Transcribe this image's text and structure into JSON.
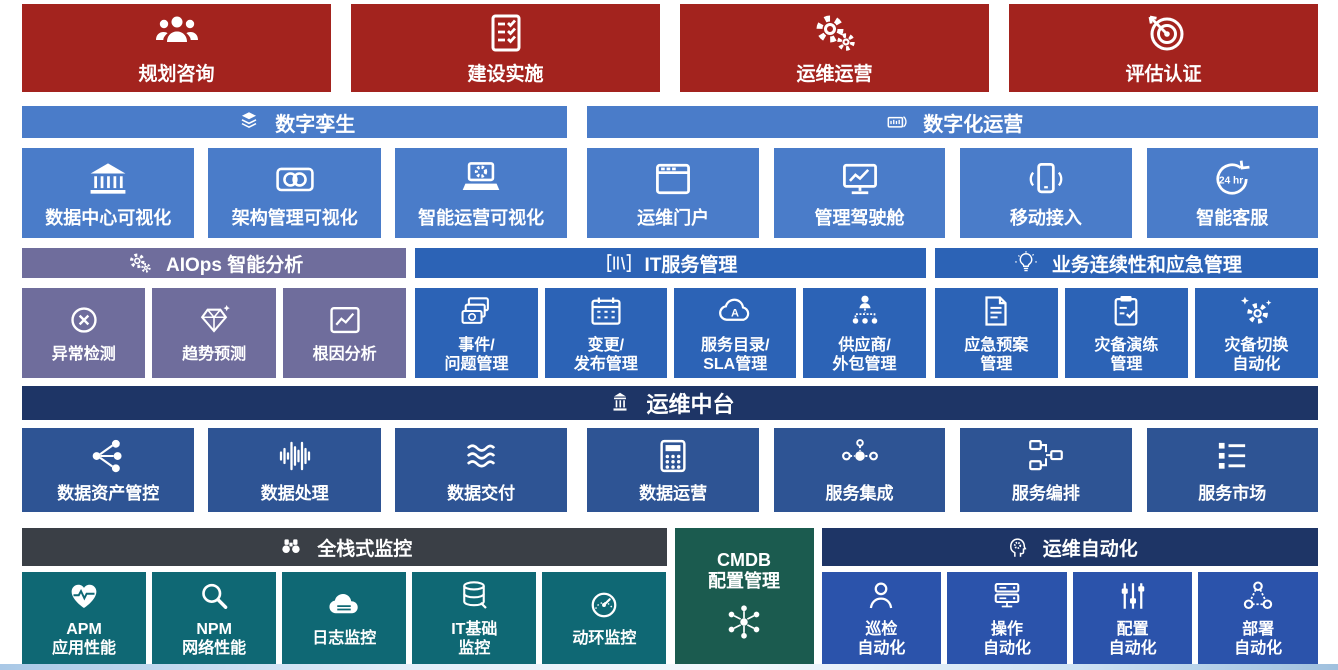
{
  "colors": {
    "red": "#A3231E",
    "blue": "#4A7CC9",
    "purple": "#6F6D9C",
    "mid_blue": "#2C63B6",
    "navy": "#1E3566",
    "royal": "#2E5494",
    "charcoal": "#3A3F46",
    "teal": "#0F6874",
    "cmdb": "#1B5B4F",
    "auto_blue": "#2B53AB"
  },
  "phases": {
    "items": [
      {
        "name": "planning-consulting",
        "icon": "people-group",
        "label": "规划咨询"
      },
      {
        "name": "build-implementation",
        "icon": "checklist",
        "label": "建设实施"
      },
      {
        "name": "operations",
        "icon": "gears",
        "label": "运维运营"
      },
      {
        "name": "evaluation-certification",
        "icon": "target",
        "label": "评估认证"
      }
    ]
  },
  "visual": {
    "headers": [
      {
        "name": "digital-twin",
        "icon": "layers",
        "label": "数字孪生"
      },
      {
        "name": "digital-operations",
        "icon": "signal-device",
        "label": "数字化运营"
      }
    ],
    "left": [
      {
        "name": "datacenter-visualization",
        "icon": "bank",
        "label": "数据中心可视化"
      },
      {
        "name": "architecture-visualization",
        "icon": "rings",
        "label": "架构管理可视化"
      },
      {
        "name": "intelligent-ops-visualization",
        "icon": "laptop",
        "label": "智能运营可视化"
      }
    ],
    "right": [
      {
        "name": "ops-portal",
        "icon": "browser",
        "label": "运维门户"
      },
      {
        "name": "management-cockpit",
        "icon": "monitor",
        "label": "管理驾驶舱"
      },
      {
        "name": "mobile-access",
        "icon": "mobile",
        "label": "移动接入"
      },
      {
        "name": "intelligent-service",
        "icon": "service-24h",
        "icon_text": "24 hr",
        "label": "智能客服"
      }
    ]
  },
  "analysis": {
    "headers": [
      {
        "name": "aiops-analysis",
        "icon": "gears",
        "label": "AIOps 智能分析"
      },
      {
        "name": "it-service-management",
        "icon": "library",
        "label": "IT服务管理"
      },
      {
        "name": "business-continuity",
        "icon": "bulb",
        "label": "业务连续性和应急管理"
      }
    ],
    "aiops": [
      {
        "name": "anomaly-detection",
        "icon": "x-circle",
        "label": "异常检测"
      },
      {
        "name": "trend-prediction",
        "icon": "gem",
        "label": "趋势预测"
      },
      {
        "name": "root-cause-analysis",
        "icon": "chart",
        "label": "根因分析"
      }
    ],
    "itsm": [
      {
        "name": "incident-problem",
        "icon": "cards",
        "label": "事件/\n问题管理"
      },
      {
        "name": "change-release",
        "icon": "calendar",
        "label": "变更/\n发布管理"
      },
      {
        "name": "catalog-sla",
        "icon": "cloud-a",
        "icon_text": "A",
        "label": "服务目录/\nSLA管理"
      },
      {
        "name": "vendor-outsourcing",
        "icon": "org",
        "label": "供应商/\n外包管理"
      }
    ],
    "bcm": [
      {
        "name": "emergency-plan",
        "icon": "document",
        "label": "应急预案\n管理"
      },
      {
        "name": "dr-drill",
        "icon": "clipboard-check",
        "label": "灾备演练\n管理"
      },
      {
        "name": "dr-switch",
        "icon": "gear-sparkle",
        "label": "灾备切换\n自动化"
      }
    ]
  },
  "mid": {
    "header": {
      "name": "ops-midplatform",
      "icon": "pavilion",
      "label": "运维中台"
    },
    "left": [
      {
        "name": "data-asset-control",
        "icon": "share",
        "label": "数据资产管控"
      },
      {
        "name": "data-processing",
        "icon": "waveform",
        "label": "数据处理"
      },
      {
        "name": "data-delivery",
        "icon": "waves",
        "label": "数据交付"
      }
    ],
    "right": [
      {
        "name": "data-operations",
        "icon": "calculator",
        "label": "数据运营"
      },
      {
        "name": "service-integration",
        "icon": "molecule",
        "label": "服务集成"
      },
      {
        "name": "service-orchestration",
        "icon": "flow",
        "label": "服务编排"
      },
      {
        "name": "service-market",
        "icon": "list",
        "label": "服务市场"
      }
    ]
  },
  "bottom": {
    "monitor_header": {
      "name": "full-stack-monitoring",
      "icon": "binoculars",
      "label": "全栈式监控"
    },
    "monitor_items": [
      {
        "name": "apm",
        "icon": "heart-pulse",
        "label": "APM\n应用性能"
      },
      {
        "name": "npm",
        "icon": "search",
        "label": "NPM\n网络性能"
      },
      {
        "name": "log-monitoring",
        "icon": "cloud-server",
        "label": "日志监控"
      },
      {
        "name": "it-infra-monitoring",
        "icon": "database",
        "label": "IT基础\n监控"
      },
      {
        "name": "env-monitoring",
        "icon": "gauge",
        "label": "动环监控"
      }
    ],
    "cmdb": {
      "name": "cmdb-config",
      "icon": "network-star",
      "label": "CMDB\n配置管理"
    },
    "auto_header": {
      "name": "ops-automation",
      "icon": "head-gear",
      "label": "运维自动化"
    },
    "auto_items": [
      {
        "name": "inspection-automation",
        "icon": "person",
        "label": "巡检\n自动化"
      },
      {
        "name": "operation-automation",
        "icon": "server",
        "label": "操作\n自动化"
      },
      {
        "name": "config-automation",
        "icon": "sliders",
        "label": "配置\n自动化"
      },
      {
        "name": "deployment-automation",
        "icon": "deploy",
        "label": "部署\n自动化"
      }
    ]
  }
}
